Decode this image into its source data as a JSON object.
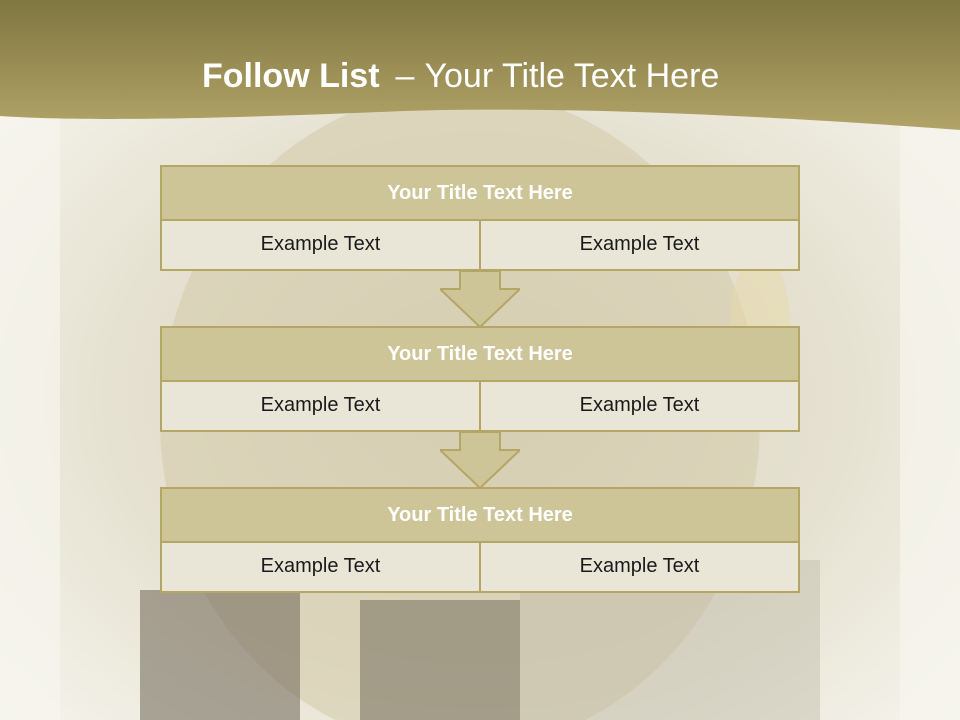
{
  "slide": {
    "title_bold": "Follow List",
    "title_dash": "–",
    "title_rest": "Your Title Text Here"
  },
  "blocks": [
    {
      "title": "Your Title Text Here",
      "left_text": "Example Text",
      "right_text": "Example Text"
    },
    {
      "title": "Your Title Text Here",
      "left_text": "Example Text",
      "right_text": "Example Text"
    },
    {
      "title": "Your Title Text Here",
      "left_text": "Example Text",
      "right_text": "Example Text"
    }
  ],
  "colors": {
    "header_band": "#a89a5a",
    "block_title_fill": "#cdc497",
    "block_border": "#b4a664",
    "cell_fill": "#e9e6d8",
    "arrow_fill": "#cdc497"
  }
}
